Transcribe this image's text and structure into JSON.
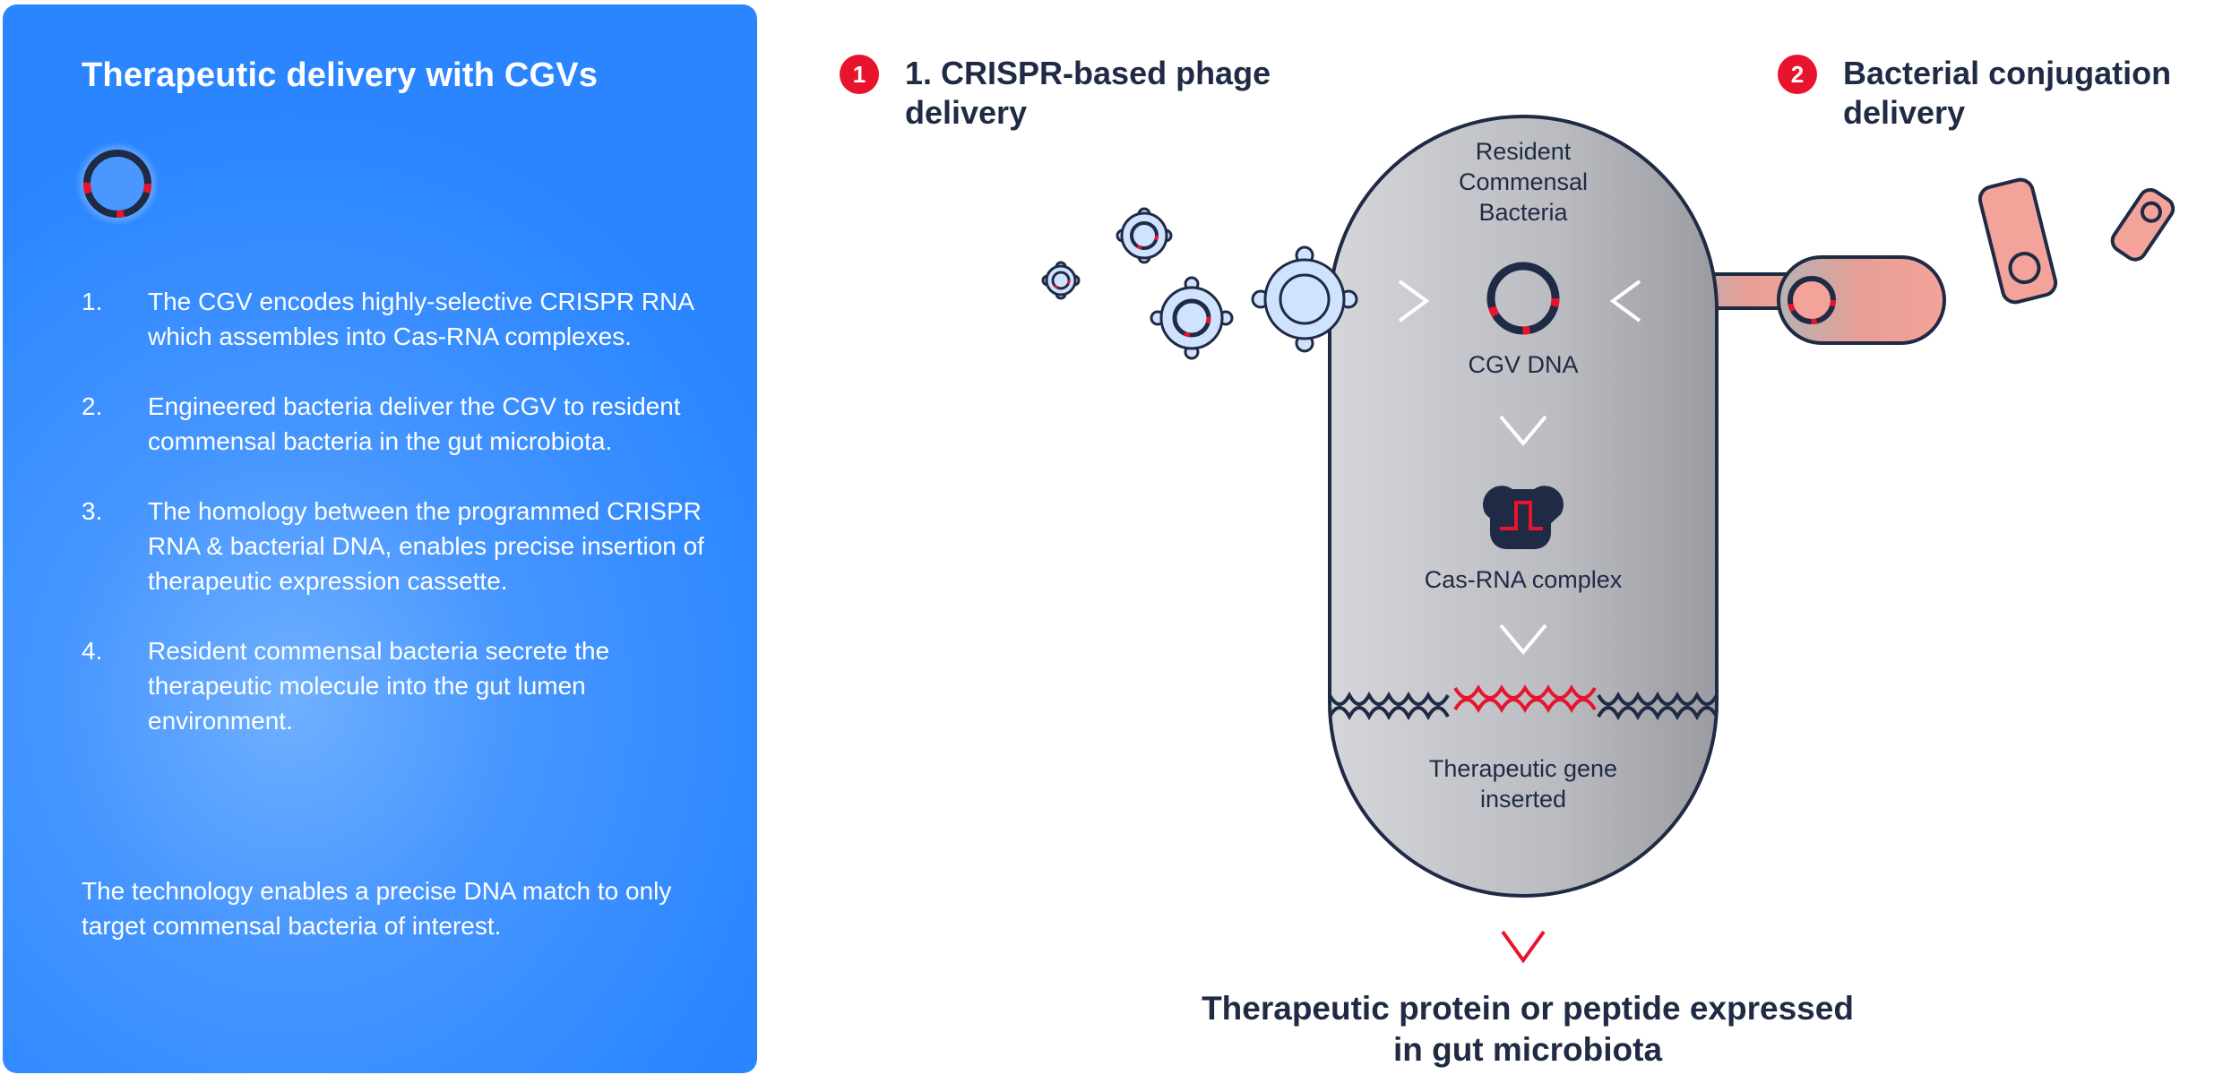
{
  "panel": {
    "title": "Therapeutic delivery with CGVs",
    "steps": [
      {
        "number": "1.",
        "text": "The CGV encodes highly-selective CRISPR RNA which assembles into Cas-RNA complexes."
      },
      {
        "number": "2.",
        "text": "Engineered bacteria deliver the CGV to resident commensal bacteria in the gut microbiota."
      },
      {
        "number": "3.",
        "text": "The homology between the programmed CRISPR RNA & bacterial DNA, enables precise insertion of therapeutic expression cassette."
      },
      {
        "number": "4.",
        "text": "Resident commensal bacteria secrete the therapeutic molecule into the gut lumen environment."
      }
    ],
    "footer": "The technology enables a precise DNA match to only target commensal bacteria of interest."
  },
  "diagram": {
    "method1": {
      "badge": "1",
      "title": "1. CRISPR-based phage delivery"
    },
    "method2": {
      "badge": "2",
      "title": "Bacterial conjugation delivery"
    },
    "cell_label": "Resident Commensal Bacteria",
    "cgv_label": "CGV DNA",
    "cas_label": "Cas-RNA complex",
    "gene_label": "Therapeutic gene inserted",
    "output_label": "Therapeutic protein or peptide expressed in gut microbiota"
  },
  "colors": {
    "panel_blue": "#2a85ff",
    "accent_red": "#e8142d",
    "navy": "#1f2a44",
    "cell_gray": "#b5b7bd",
    "phage_blue": "#cfe3ff",
    "donor_salmon": "#f3a39a"
  },
  "icons": [
    "cgv-plasmid-icon",
    "phage-icon",
    "cas-rna-complex-icon",
    "dna-helix-icon",
    "arrow-chevron-icon",
    "donor-bacterium-icon"
  ]
}
